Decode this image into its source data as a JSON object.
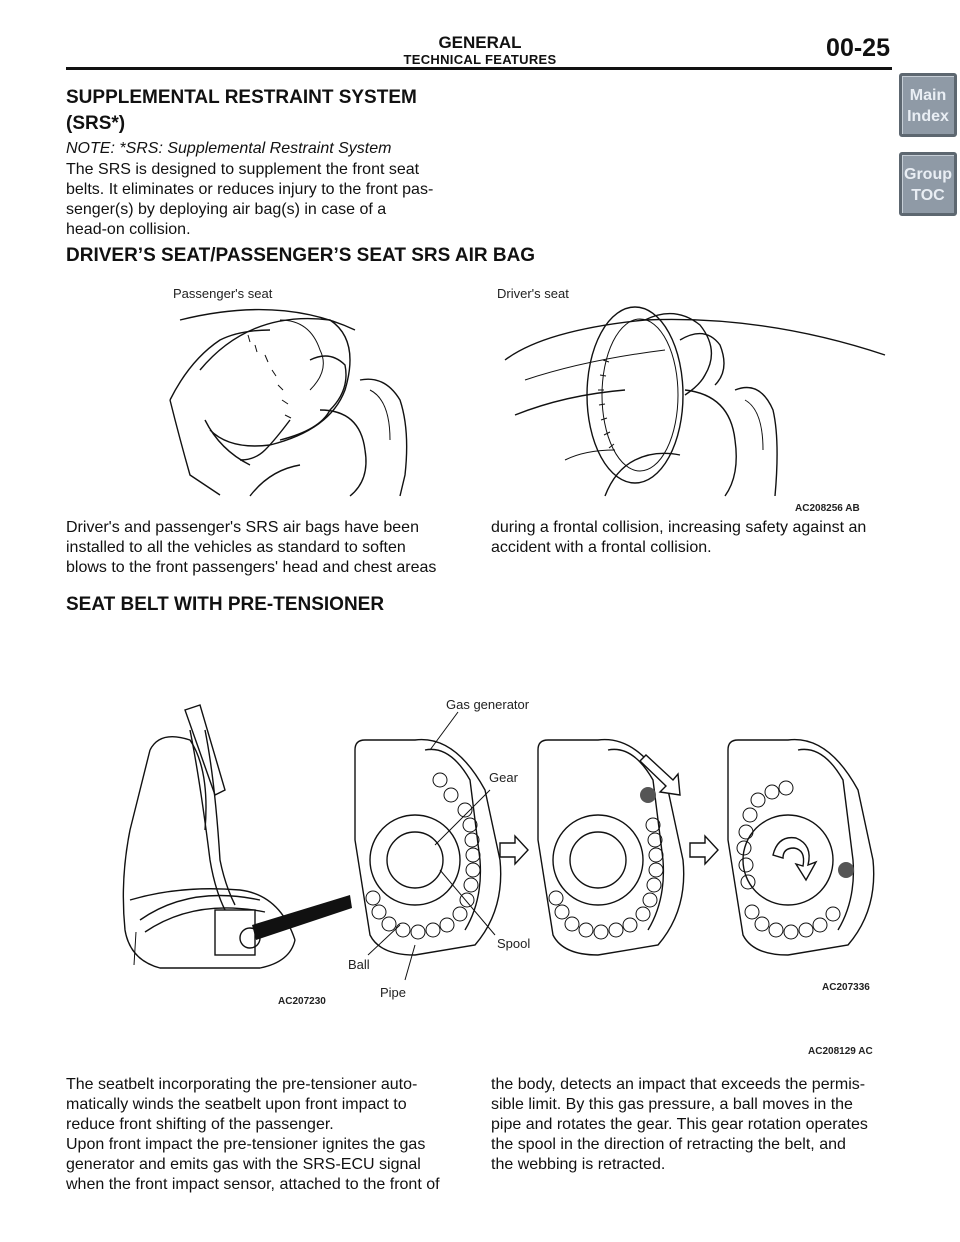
{
  "header": {
    "section": "GENERAL",
    "subsection": "TECHNICAL FEATURES",
    "page_number": "00-25"
  },
  "nav": {
    "main_index": [
      "Main",
      "Index"
    ],
    "group_toc": [
      "Group",
      "TOC"
    ]
  },
  "srs": {
    "title_line1": "SUPPLEMENTAL RESTRAINT SYSTEM",
    "title_line2": "(SRS*)",
    "note": "NOTE: *SRS: Supplemental Restraint System",
    "body": [
      "The SRS is designed to supplement the front seat",
      "belts. It eliminates or reduces injury to the front pas-",
      "senger(s) by deploying air bag(s) in case of a",
      "head-on collision."
    ]
  },
  "airbag": {
    "title": "DRIVER’S SEAT/PASSENGER’S SEAT SRS AIR BAG",
    "label_passenger": "Passenger's seat",
    "label_driver": "Driver's seat",
    "figure_code": "AC208256 AB",
    "col1": [
      "Driver's and passenger's SRS air bags have been",
      "installed to all the vehicles as standard to soften",
      "blows to the front passengers' head and chest areas"
    ],
    "col2": [
      "during a frontal collision, increasing safety against an",
      "accident with a frontal collision."
    ]
  },
  "pretensioner": {
    "title": "SEAT BELT WITH PRE-TENSIONER",
    "labels": {
      "gas_generator": "Gas generator",
      "gear": "Gear",
      "spool": "Spool",
      "ball": "Ball",
      "pipe": "Pipe"
    },
    "code_left": "AC207230",
    "code_right": "AC207336",
    "figure_code": "AC208129 AC",
    "col1": [
      "The seatbelt incorporating the pre-tensioner auto-",
      "matically winds the seatbelt upon front impact to",
      "reduce front shifting of the passenger.",
      "Upon front impact the pre-tensioner ignites the gas",
      "generator and emits gas with the SRS-ECU signal",
      "when the front impact sensor, attached to the front of"
    ],
    "col2": [
      "the body, detects an impact that exceeds the permis-",
      "sible limit. By this gas pressure, a ball moves in the",
      "pipe and rotates the gear. This gear rotation operates",
      "the spool in the direction of retracting the belt, and",
      "the webbing is retracted."
    ]
  }
}
